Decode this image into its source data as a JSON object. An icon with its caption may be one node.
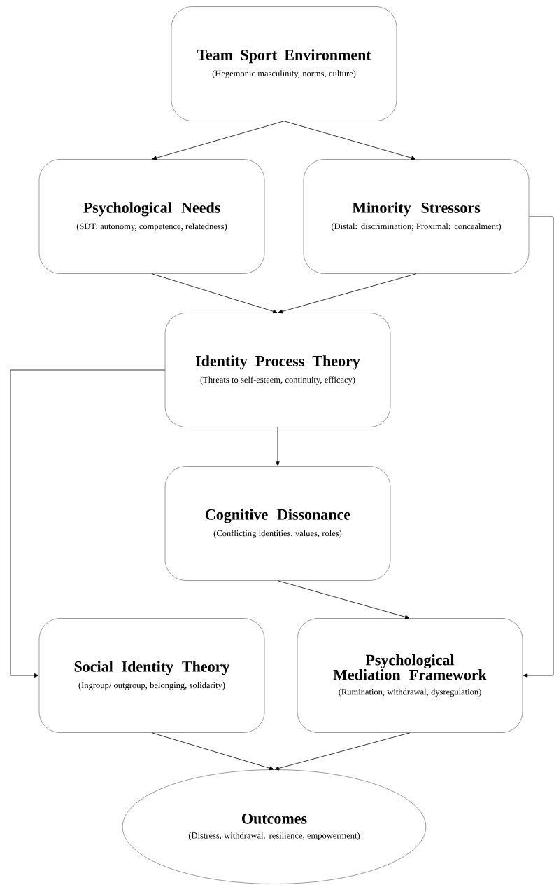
{
  "diagram": {
    "nodes": [
      {
        "text": [
          "Team Sport Environment",
          "(Hegemonic masculinity, norms, culture)"
        ]
      },
      {
        "text": [
          "Psychological Needs",
          "(SDT: autonomy, competence, relatedness)"
        ]
      },
      {
        "text": [
          "Minority Stressors",
          "(Distal: discrimination; Proximal: concealment)"
        ]
      },
      {
        "text": [
          "Identity Process Theory",
          "(Threats to self-esteem, continuity, efficacy)"
        ]
      },
      {
        "text": [
          "Cognitive Dissonance",
          "(Conflicting identities, values, roles)"
        ]
      },
      {
        "text": [
          "Social Identity Theory",
          "(Ingroup/ outgroup, belonging, solidarity)"
        ]
      },
      {
        "text": [
          "Psychological Mediation Framework",
          "(Rumination, withdrawal, dysregulation)"
        ]
      },
      {
        "text": [
          "Outcomes",
          "(Distress, withdrawal. resilience, empowerment)"
        ]
      }
    ],
    "edges": [
      {
        "from": 0,
        "to": 1,
        "arrow": "to"
      },
      {
        "from": 0,
        "to": 2,
        "arrow": "to"
      },
      {
        "from": 1,
        "to": 3,
        "arrow": "to"
      },
      {
        "from": 2,
        "to": 3,
        "arrow": "to"
      },
      {
        "from": 3,
        "to": 4,
        "arrow": "to"
      },
      {
        "from": 4,
        "to": 6,
        "arrow": "to"
      },
      {
        "from": 3,
        "to": 5,
        "arrow": "to"
      },
      {
        "from": 2,
        "to": 6,
        "arrow": "to"
      },
      {
        "from": 5,
        "to": 7,
        "arrow": "to"
      },
      {
        "from": 6,
        "to": 7,
        "arrow": "to"
      }
    ]
  }
}
